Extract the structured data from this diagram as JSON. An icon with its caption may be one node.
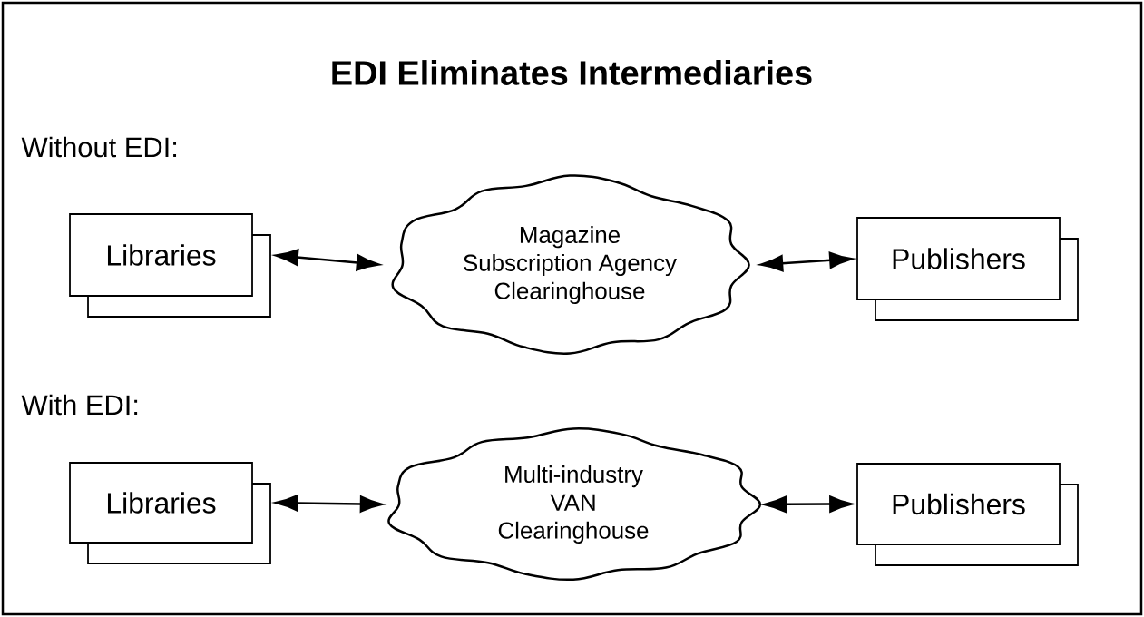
{
  "diagram": {
    "title": "EDI Eliminates Intermediaries",
    "nodes": [
      {
        "text": [
          "Libraries"
        ]
      },
      {
        "text": [
          "Magazine Subscription Agency Clearinghouse"
        ]
      },
      {
        "text": [
          "Publishers"
        ]
      },
      {
        "text": [
          "Libraries"
        ]
      },
      {
        "text": [
          "Multi-industry VAN Clearinghouse"
        ]
      },
      {
        "text": [
          "Publishers"
        ]
      }
    ],
    "edges": [
      {
        "from": 0,
        "to": 1,
        "arrow": "both"
      },
      {
        "from": 1,
        "to": 2,
        "arrow": "both"
      },
      {
        "from": 3,
        "to": 4,
        "arrow": "both"
      },
      {
        "from": 4,
        "to": 5,
        "arrow": "both"
      }
    ],
    "labels": [
      "Without EDI:",
      "With EDI:"
    ]
  }
}
